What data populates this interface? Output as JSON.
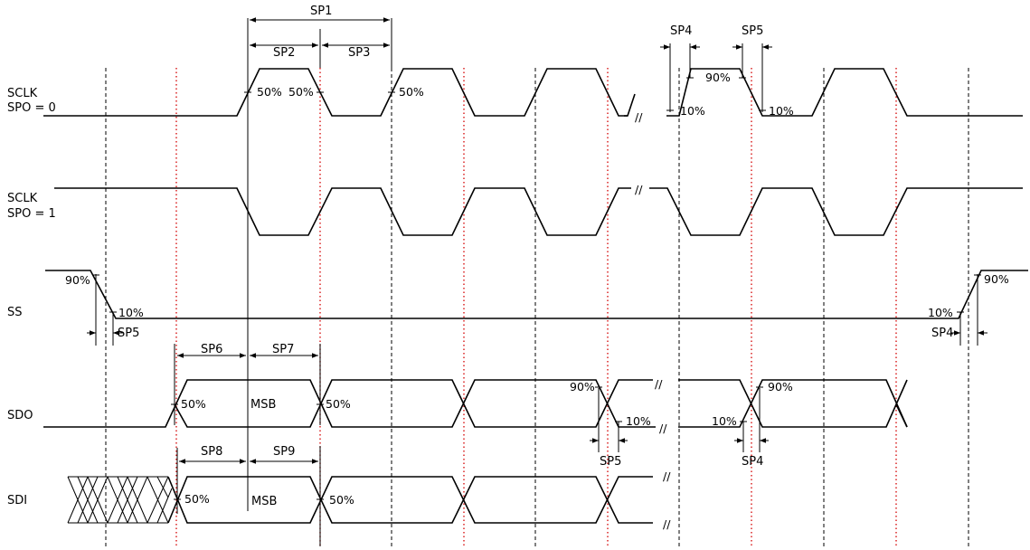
{
  "signals": {
    "sclk0_line1": "SCLK",
    "sclk0_line2": "SPO = 0",
    "sclk1_line1": "SCLK",
    "sclk1_line2": "SPO = 1",
    "ss": "SS",
    "sdo": "SDO",
    "sdi": "SDI"
  },
  "params": {
    "sp1": "SP1",
    "sp2": "SP2",
    "sp3": "SP3",
    "sp4": "SP4",
    "sp5": "SP5",
    "sp6": "SP6",
    "sp7": "SP7",
    "sp8": "SP8",
    "sp9": "SP9"
  },
  "levels": {
    "p50": "50%",
    "p90": "90%",
    "p10": "10%",
    "msb": "MSB",
    "break_mark": "//"
  }
}
